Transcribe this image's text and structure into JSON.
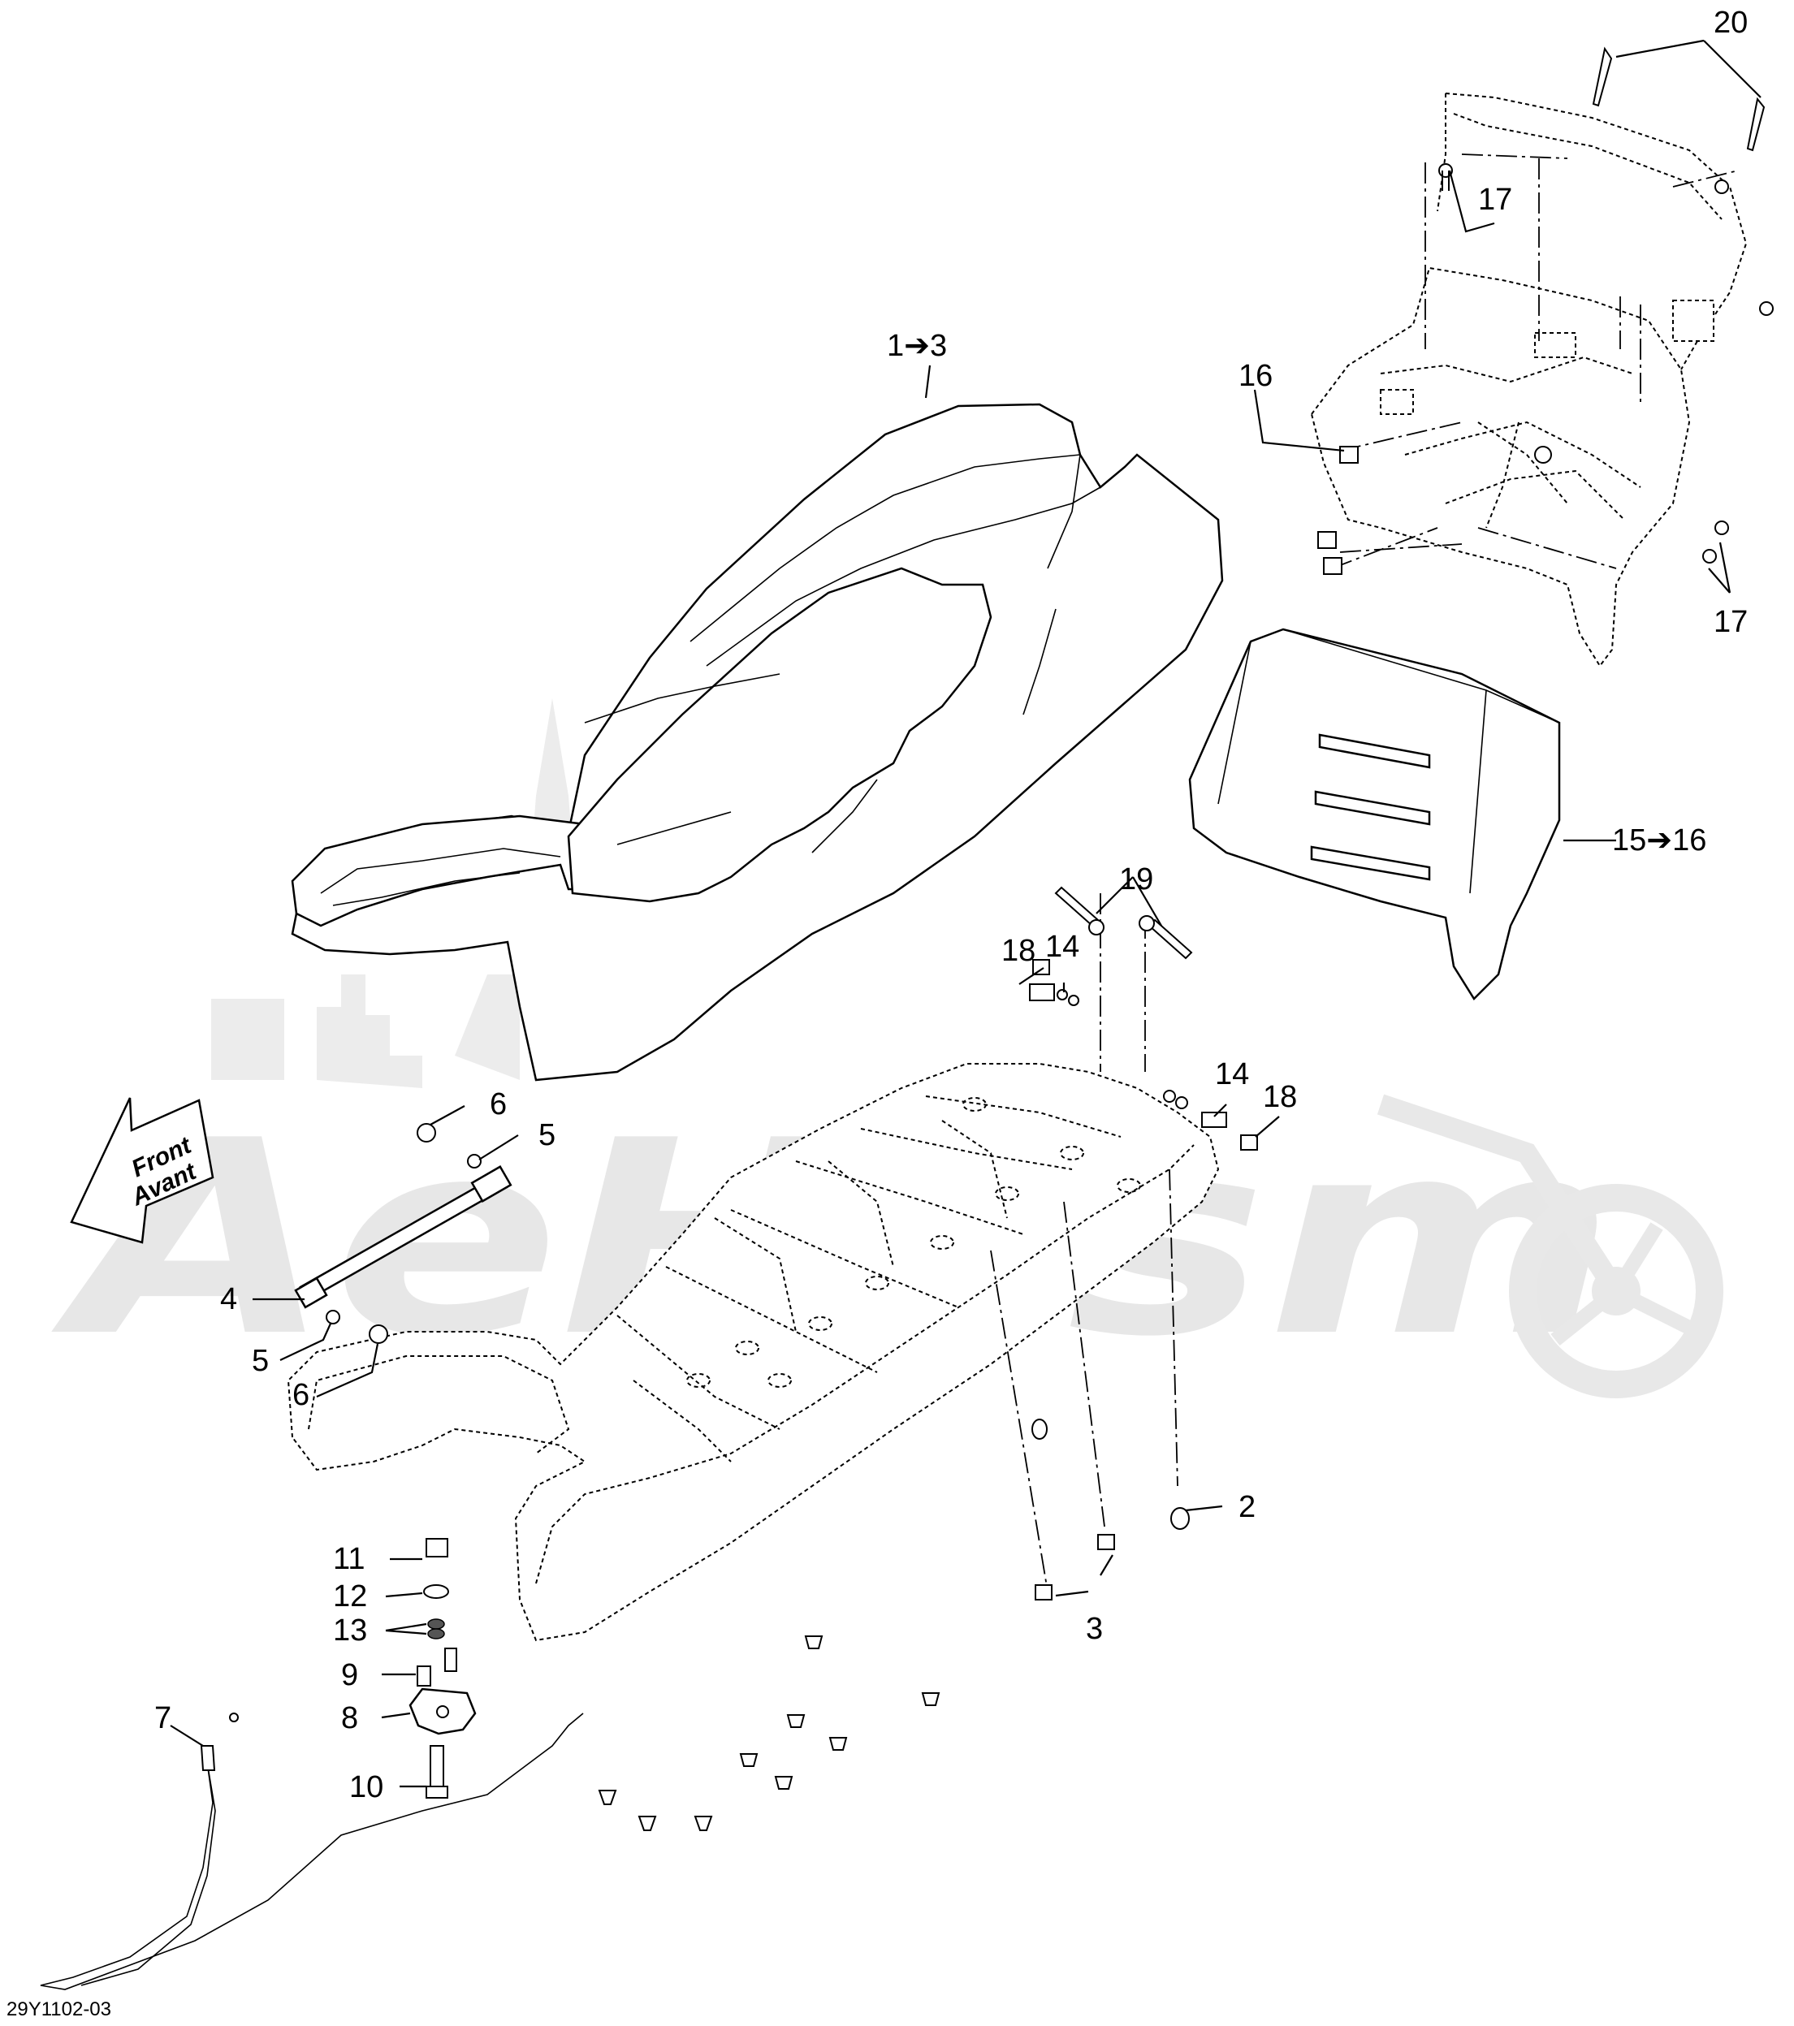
{
  "diagram": {
    "figure_id": "29Y1102-03",
    "watermark": "AeHasm",
    "front_arrow": {
      "line1": "Front",
      "line2": "Avant"
    },
    "callouts": {
      "c1to3": "1➔3",
      "c2": "2",
      "c3": "3",
      "c4": "4",
      "c5a": "5",
      "c5b": "5",
      "c6a": "6",
      "c6b": "6",
      "c7": "7",
      "c8": "8",
      "c9": "9",
      "c10": "10",
      "c11": "11",
      "c12": "12",
      "c13": "13",
      "c14a": "14",
      "c14b": "14",
      "c15to16": "15➔16",
      "c16": "16",
      "c17a": "17",
      "c17b": "17",
      "c18a": "18",
      "c18b": "18",
      "c19": "19",
      "c20": "20"
    }
  }
}
